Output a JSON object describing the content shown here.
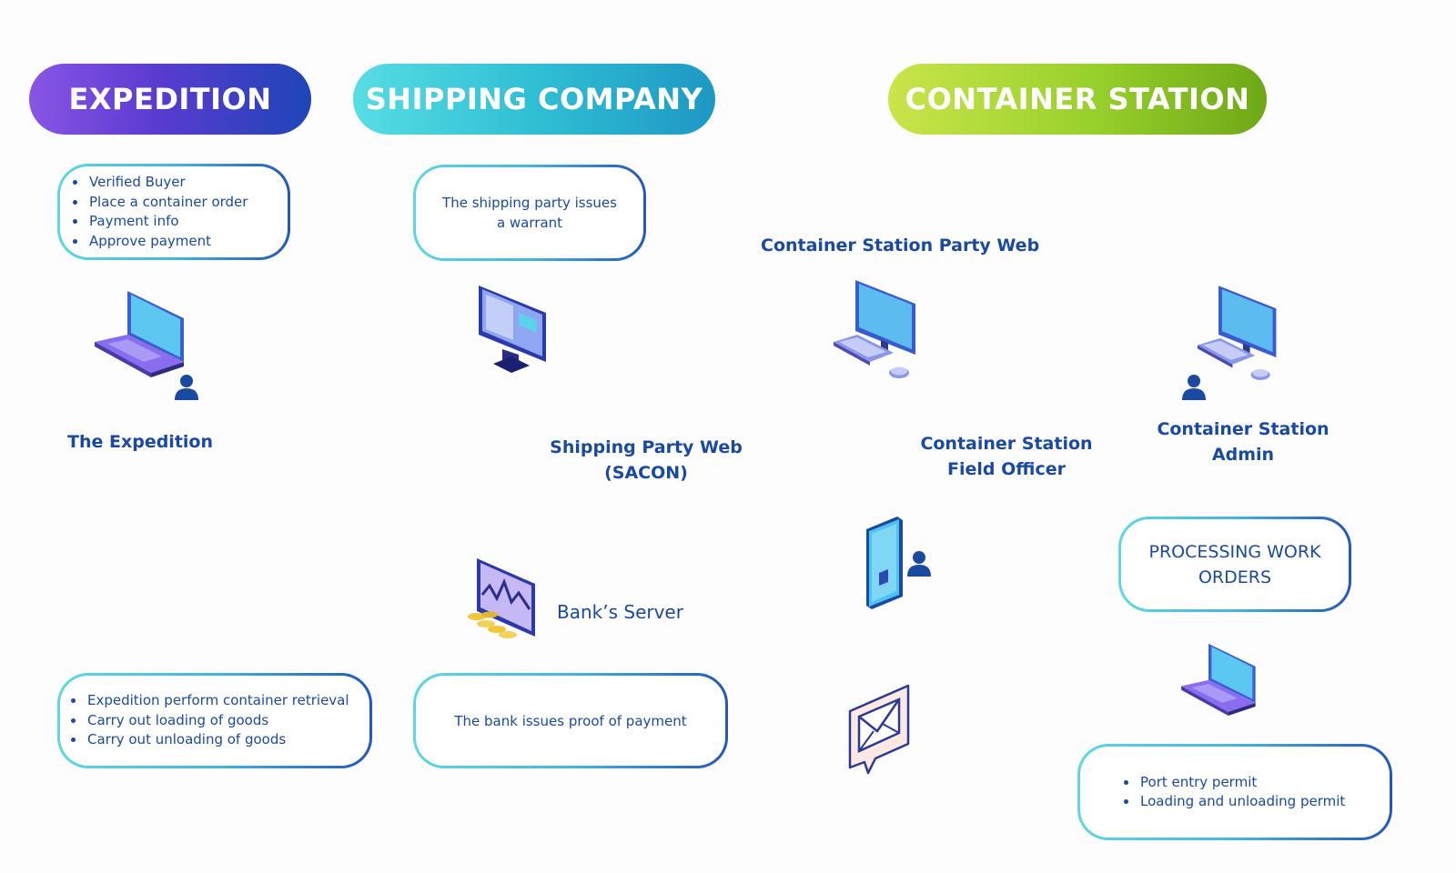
{
  "headers": {
    "expedition": "EXPEDITION",
    "shipping_company": "SHIPPING COMPANY",
    "container_station": "CONTAINER STATION"
  },
  "expedition": {
    "top_list": [
      "Verified Buyer",
      "Place a container order",
      "Payment info",
      "Approve payment"
    ],
    "actor_label": "The Expedition",
    "bottom_list": [
      "Expedition perform container retrieval",
      "Carry out loading of goods",
      "Carry out unloading of goods"
    ]
  },
  "shipping_company": {
    "top_note": [
      "The shipping party issues",
      "a warrant"
    ],
    "web_label": [
      "Shipping Party Web",
      "(SACON)"
    ],
    "bank_label": "Bank’s Server",
    "bottom_note": "The bank issues proof of payment"
  },
  "container_station": {
    "web_label": "Container Station Party Web",
    "field_officer_label": [
      "Container Station",
      "Field Officer"
    ],
    "admin_label": [
      "Container Station",
      "Admin"
    ],
    "processing_note": [
      "PROCESSING WORK",
      "ORDERS"
    ],
    "permits_list": [
      "Port entry permit",
      "Loading and unloading permit"
    ]
  },
  "colors": {
    "text_primary": "#1a4aa0",
    "expedition_gradient": [
      "#8a55e6",
      "#1f45b8"
    ],
    "shipping_gradient": [
      "#57dde3",
      "#1e98c4"
    ],
    "container_gradient": [
      "#c9e54a",
      "#6ea816"
    ],
    "box_border_gradient": [
      "#5fd8e0",
      "#2557b8"
    ]
  },
  "icons": [
    "laptop-icon",
    "user-icon",
    "monitor-icon",
    "bank-server-icon",
    "desktop-computer-icon",
    "smartphone-icon",
    "email-icon"
  ]
}
